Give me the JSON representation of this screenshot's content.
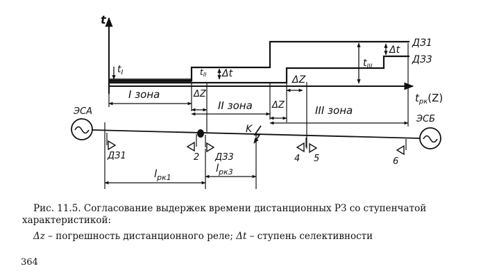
{
  "diagram": {
    "axis_t": "t",
    "axis_x": "t",
    "axis_x_sub": "рк",
    "axis_x_paren": "(Z)",
    "t1": "t",
    "t1_sub": "I",
    "t2": "t",
    "t2_sub": "II",
    "t3": "t",
    "t3_sub": "III",
    "dt": "Δt",
    "dz": "ΔZ",
    "zone1": "I зона",
    "zone2": "II зона",
    "zone3": "III зона",
    "curve_a": "ДЗ1",
    "curve_b": "ДЗ3",
    "source_left": "ЭСА",
    "source_right": "ЭСБ",
    "relay_1": "ДЗ1",
    "relay_2": "2",
    "relay_3": "ДЗ3",
    "relay_4": "4",
    "relay_5": "5",
    "relay_6": "6",
    "fault": "K",
    "l1": "l",
    "l1_sub": "рк1",
    "l3": "l",
    "l3_sub": "рк3"
  },
  "caption": {
    "line1": "Рис. 11.5. Согласование выдержек времени дистанционных РЗ со ступенчатой",
    "line2": "характеристикой:",
    "dz_symbol": "Δz",
    "dz_text": " – погрешность дистанционного реле; ",
    "dt_symbol": "Δt",
    "dt_text": " – ступень селективности"
  },
  "page_number": "364"
}
